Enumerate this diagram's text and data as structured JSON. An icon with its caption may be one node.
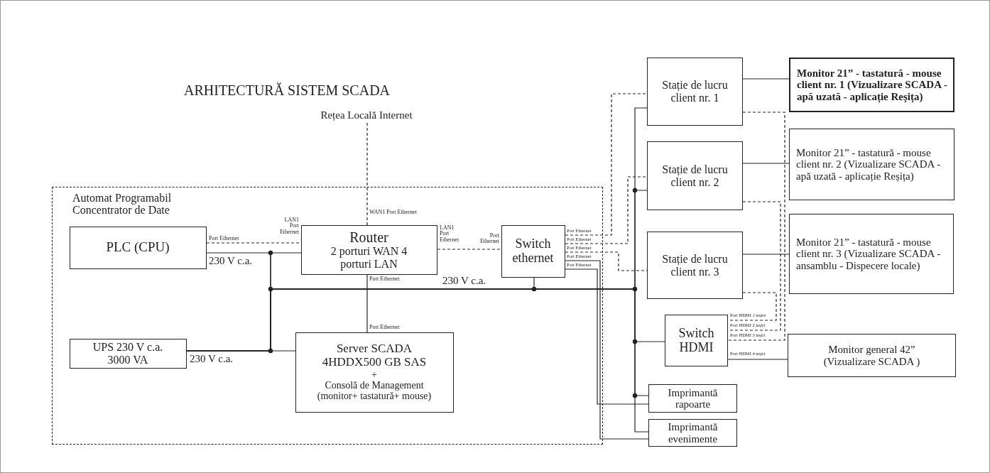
{
  "diagram": {
    "title": "ARHITECTURĂ SISTEM SCADA",
    "nodes": [
      {
        "text": [
          "Automat Programabil Concentrator de Date"
        ]
      },
      {
        "text": [
          "PLC (CPU)"
        ],
        "in": 0
      },
      {
        "text": [
          "Router",
          "2 porturi WAN 4 porturi LAN"
        ],
        "in": 0
      },
      {
        "text": [
          "UPS 230 V c.a. 3000 VA"
        ],
        "in": 0
      },
      {
        "text": [
          "Server SCADA 4HDDX500 GB SAS",
          "+",
          "Consolă de Management (monitor+ tastatură+ mouse)"
        ],
        "in": 0
      },
      {
        "text": [
          "Switch ethernet"
        ],
        "in": 0
      },
      {
        "text": [
          "Rețea Locală Internet"
        ]
      },
      {
        "text": [
          "Stație de lucru client nr. 1"
        ]
      },
      {
        "text": [
          "Stație de lucru client nr. 2"
        ]
      },
      {
        "text": [
          "Stație de lucru client nr. 3"
        ]
      },
      {
        "text": [
          "Monitor 21” - tastatură - mouse client nr. 1 (Vizualizare SCADA - apă uzată - aplicație Reșița)"
        ]
      },
      {
        "text": [
          "Monitor 21” - tastatură - mouse client nr. 2 (Vizualizare SCADA - apă uzată - aplicație Reșița)"
        ]
      },
      {
        "text": [
          "Monitor 21” - tastatură - mouse client nr. 3 (Vizualizare SCADA - ansamblu - Dispecere locale)"
        ]
      },
      {
        "text": [
          "Switch HDMI"
        ]
      },
      {
        "text": [
          "Monitor general 42” (Vizualizare SCADA )"
        ]
      },
      {
        "text": [
          "Imprimantă rapoarte"
        ]
      },
      {
        "text": [
          "Imprimantă evenimente"
        ]
      }
    ],
    "edges": [
      {
        "from": 6,
        "to": 2,
        "arrow": "none",
        "style": "dashed"
      },
      {
        "from": 1,
        "to": 2,
        "arrow": "none",
        "style": "dashed"
      },
      {
        "from": 2,
        "to": 5,
        "arrow": "none",
        "style": "dashed"
      },
      {
        "from": 2,
        "to": 4,
        "arrow": "none"
      },
      {
        "from": 5,
        "to": 7,
        "arrow": "none",
        "style": "dashed"
      },
      {
        "from": 5,
        "to": 8,
        "arrow": "none",
        "style": "dashed"
      },
      {
        "from": 5,
        "to": 9,
        "arrow": "none",
        "style": "dashed"
      },
      {
        "from": 5,
        "to": 16,
        "arrow": "none"
      },
      {
        "from": 5,
        "to": 15,
        "arrow": "none"
      },
      {
        "from": 7,
        "to": 10,
        "arrow": "none"
      },
      {
        "from": 8,
        "to": 11,
        "arrow": "none"
      },
      {
        "from": 9,
        "to": 12,
        "arrow": "none"
      },
      {
        "from": 9,
        "to": 13,
        "arrow": "none",
        "style": "dashed"
      },
      {
        "from": 8,
        "to": 13,
        "arrow": "none",
        "style": "dashed"
      },
      {
        "from": 7,
        "to": 13,
        "arrow": "none",
        "style": "dashed"
      },
      {
        "from": 13,
        "to": 14,
        "arrow": "none"
      },
      {
        "from": 3,
        "to": 1,
        "arrow": "none"
      },
      {
        "from": 3,
        "to": 2,
        "arrow": "none"
      },
      {
        "from": 3,
        "to": 4,
        "arrow": "none"
      },
      {
        "from": 3,
        "to": 5,
        "arrow": "none"
      },
      {
        "from": 3,
        "to": 7,
        "arrow": "none"
      },
      {
        "from": 3,
        "to": 8,
        "arrow": "none"
      },
      {
        "from": 3,
        "to": 13,
        "arrow": "none"
      },
      {
        "from": 3,
        "to": 15,
        "arrow": "none"
      },
      {
        "from": 3,
        "to": 16,
        "arrow": "none"
      }
    ],
    "labels": [
      "Port Ethernet",
      "LAN1 Port Ethernet",
      "WAN1 Port Ethernet",
      "LAN1 Port Ethernet",
      "Port Ethernet",
      "Port Ethernet",
      "Port Ethernet",
      "Port Ethernet",
      "Port Ethernet",
      "Port Ethernet",
      "230 V c.a.",
      "Port Ethernet",
      "230 V c.a.",
      "Port Ethernet",
      "230 V c.a.",
      "Port HDMI 1 ieșire",
      "Port HDMI 2 ieșiri",
      "Port HDMI 3 ieșiri",
      "Port HDMI 4 ieșiri"
    ]
  }
}
